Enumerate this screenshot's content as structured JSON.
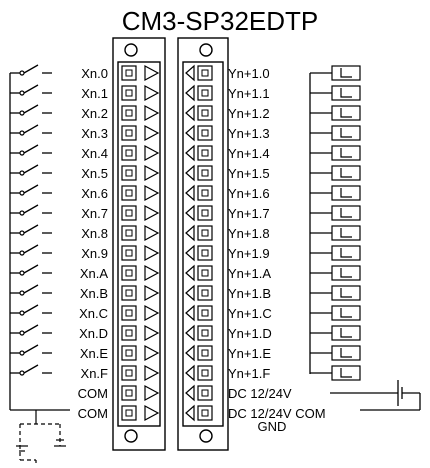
{
  "title": "CM3-SP32EDTP",
  "inputs": {
    "labels": [
      "Xn.0",
      "Xn.1",
      "Xn.2",
      "Xn.3",
      "Xn.4",
      "Xn.5",
      "Xn.6",
      "Xn.7",
      "Xn.8",
      "Xn.9",
      "Xn.A",
      "Xn.B",
      "Xn.C",
      "Xn.D",
      "Xn.E",
      "Xn.F"
    ],
    "com_labels": [
      "COM",
      "COM"
    ]
  },
  "outputs": {
    "labels": [
      "Yn+1.0",
      "Yn+1.1",
      "Yn+1.2",
      "Yn+1.3",
      "Yn+1.4",
      "Yn+1.5",
      "Yn+1.6",
      "Yn+1.7",
      "Yn+1.8",
      "Yn+1.9",
      "Yn+1.A",
      "Yn+1.B",
      "Yn+1.C",
      "Yn+1.D",
      "Yn+1.E",
      "Yn+1.F"
    ],
    "power_labels": [
      "DC 12/24V",
      "DC 12/24V COM"
    ],
    "gnd_label": "GND"
  }
}
